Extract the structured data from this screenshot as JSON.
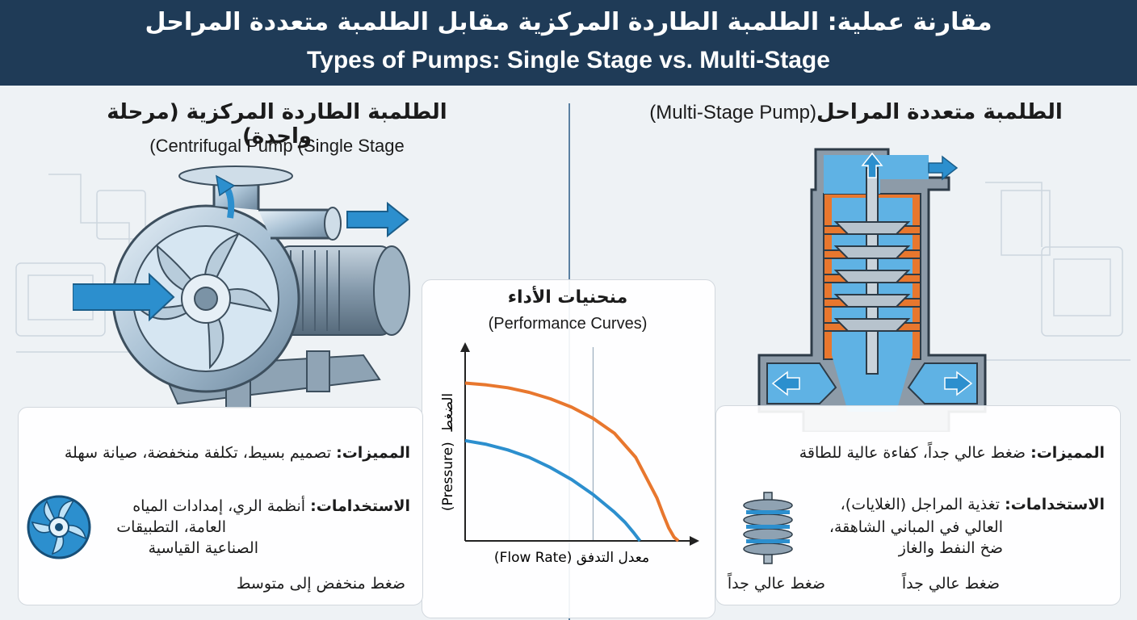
{
  "header": {
    "title_ar": "مقارنة عملية: الطلمبة الطاردة المركزية مقابل الطلمبة متعددة المراحل",
    "title_en": "Types of Pumps: Single Stage vs. Multi-Stage"
  },
  "left": {
    "title_ar": "الطلمبة الطاردة المركزية (مرحلة واحدة)",
    "title_en": "(Centrifugal Pump (Single Stage",
    "features_label": "المميزات:",
    "features_text": "تصميم بسيط، تكلفة منخفضة، صيانة سهلة",
    "uses_label": "الاستخدامات:",
    "uses_line1": "أنظمة الري، إمدادات المياه",
    "uses_line2": "العامة، التطبيقات",
    "uses_line3": "الصناعية القياسية",
    "pressure_note": "ضغط منخفض إلى متوسط",
    "impeller_icon": "impeller-icon"
  },
  "right": {
    "title_ar": "الطلمبة متعددة المراحل",
    "title_en": "(Multi-Stage Pump)",
    "features_label": "المميزات:",
    "features_text": "ضغط عالي جداً، كفاءة عالية للطاقة",
    "uses_label": "الاستخدامات:",
    "uses_line1": "تغذية المراجل (الغلايات)،",
    "uses_line2": "العالي في المباني الشاهقة،",
    "uses_line3": "ضخ النفط والغاز",
    "pressure_note_a": "ضغط عالي جداً",
    "pressure_note_b": "ضغط عالي جداً",
    "rotor_icon": "multi-stage-rotor-icon"
  },
  "chart": {
    "title_ar": "منحنيات الأداء",
    "title_en": "(Performance Curves)",
    "ylabel_ar": "الضغط",
    "ylabel_en": "(Pressure)",
    "xlabel": "معدل التدفق (Flow Rate)"
  },
  "chart_data": {
    "type": "line",
    "title": "منحنيات الأداء (Performance Curves)",
    "xlabel": "معدل التدفق (Flow Rate)",
    "ylabel": "الضغط (Pressure)",
    "xlim": [
      0,
      10
    ],
    "ylim": [
      0,
      10
    ],
    "series": [
      {
        "color": "#e8772e",
        "x": [
          0,
          1,
          2,
          3,
          4,
          5,
          6,
          7,
          8,
          9,
          9.3,
          9.55,
          9.8,
          10
        ],
        "y": [
          8.5,
          8.4,
          8.25,
          8.0,
          7.65,
          7.2,
          6.6,
          5.8,
          4.5,
          2.3,
          1.4,
          0.7,
          0.2,
          0
        ]
      },
      {
        "color": "#2c8fce",
        "x": [
          0,
          1,
          2,
          3,
          4,
          5,
          6,
          7,
          7.5,
          7.9,
          8.2
        ],
        "y": [
          5.4,
          5.2,
          4.9,
          4.5,
          3.95,
          3.3,
          2.5,
          1.55,
          1.0,
          0.45,
          0
        ]
      }
    ],
    "grid": false
  },
  "colors": {
    "header_bg": "#1f3b57",
    "accent_blue": "#2c8fce",
    "accent_orange": "#e8772e"
  }
}
